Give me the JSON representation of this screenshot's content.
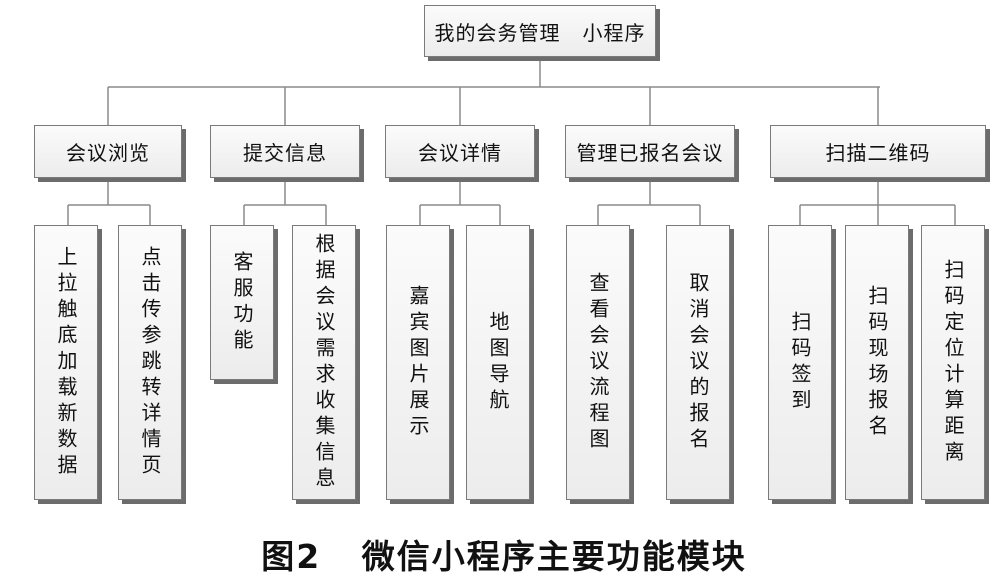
{
  "root": "我的会务管理   小程序",
  "categories": [
    {
      "label": "会议浏览",
      "items": [
        "上拉触底加载新数据",
        "点击传参跳转详情页"
      ]
    },
    {
      "label": "提交信息",
      "items": [
        "客服功能",
        "根据会议需求收集信息"
      ]
    },
    {
      "label": "会议详情",
      "items": [
        "嘉宾图片展示",
        "地图导航"
      ]
    },
    {
      "label": "管理已报名会议",
      "items": [
        "查看会议流程图",
        "取消会议的报名"
      ]
    },
    {
      "label": "扫描二维码",
      "items": [
        "扫码签到",
        "扫码现场报名",
        "扫码定位计算距离"
      ]
    }
  ],
  "caption": "图2   微信小程序主要功能模块"
}
